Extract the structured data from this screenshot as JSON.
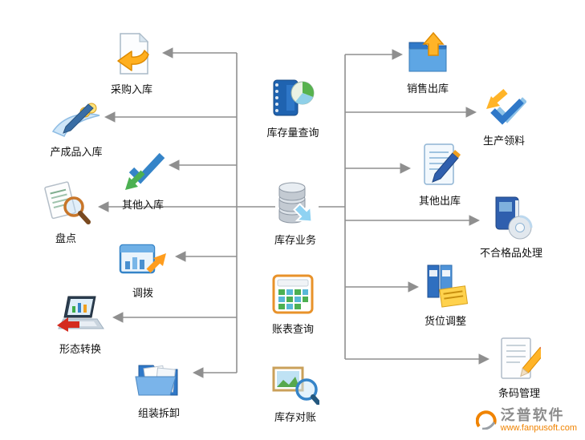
{
  "diagram": {
    "center": [
      {
        "label": "库存量查询",
        "icon": "inventory-quantity-query-icon"
      },
      {
        "label": "库存业务",
        "icon": "inventory-business-icon"
      },
      {
        "label": "账表查询",
        "icon": "report-query-icon"
      },
      {
        "label": "库存对账",
        "icon": "inventory-reconciliation-icon"
      }
    ],
    "left": [
      {
        "label": "采购入库",
        "icon": "purchase-inbound-icon"
      },
      {
        "label": "产成品入库",
        "icon": "finished-goods-inbound-icon"
      },
      {
        "label": "其他入库",
        "icon": "other-inbound-icon"
      },
      {
        "label": "盘点",
        "icon": "stocktaking-icon"
      },
      {
        "label": "调拨",
        "icon": "transfer-icon"
      },
      {
        "label": "形态转换",
        "icon": "form-conversion-icon"
      },
      {
        "label": "组装拆卸",
        "icon": "assembly-disassembly-icon"
      }
    ],
    "right": [
      {
        "label": "销售出库",
        "icon": "sales-outbound-icon"
      },
      {
        "label": "生产领料",
        "icon": "production-material-requisition-icon"
      },
      {
        "label": "其他出库",
        "icon": "other-outbound-icon"
      },
      {
        "label": "不合格品处理",
        "icon": "defective-goods-handling-icon"
      },
      {
        "label": "货位调整",
        "icon": "goods-location-adjustment-icon"
      },
      {
        "label": "条码管理",
        "icon": "barcode-management-icon"
      }
    ]
  },
  "branding": {
    "name": "泛普软件",
    "website": "www.fanpusoft.com"
  },
  "colors": {
    "connector": "#8f8f8f",
    "brand_orange": "#f08300",
    "label_text": "#111111"
  }
}
